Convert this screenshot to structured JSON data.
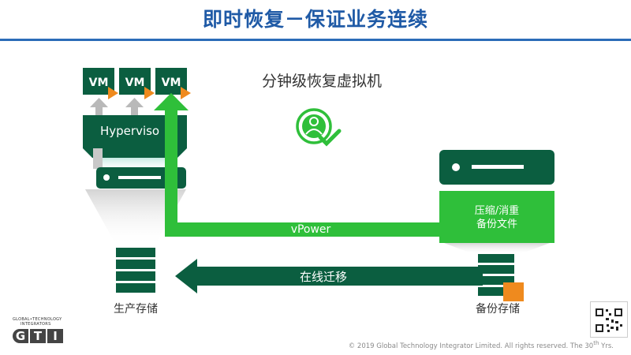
{
  "title": "即时恢复－保证业务连续",
  "subtitle": "分钟级恢复虚拟机",
  "vm_label": "VM",
  "hypervisor_label": "Hyperviso",
  "vpower_label": "vPower",
  "migration_label": "在线迁移",
  "compress_line1": "压缩/消重",
  "compress_line2": "备份文件",
  "production_storage_label": "生产存储",
  "backup_storage_label": "备份存储",
  "logo": {
    "line1": "GLOBAL•TECHNOLOGY",
    "line2": "INTEGRATORS",
    "mark": [
      "G",
      "T",
      "I"
    ]
  },
  "copyright": {
    "text": "© 2019 Global Technology Integrator Limited. All rights reserved. The 30",
    "sup": "th",
    "suffix": " Yrs."
  },
  "colors": {
    "dark_green": "#0b5e40",
    "bright_green": "#2fbf3a",
    "orange": "#ef8a1e",
    "title_blue": "#1f5aa6",
    "gray_arrow": "#b9b9b9"
  },
  "icons": [
    "restore-user-check-icon",
    "qr-code-icon"
  ]
}
